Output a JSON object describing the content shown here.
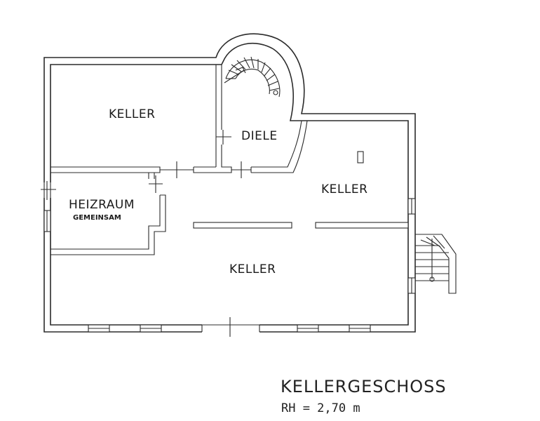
{
  "rooms": {
    "keller_top_left": "KELLER",
    "diele": "DIELE",
    "keller_right": "KELLER",
    "heizraum": "HEIZRAUM",
    "heizraum_sub": "GEMEINSAM",
    "keller_bottom": "KELLER"
  },
  "title": "KELLERGESCHOSS",
  "room_height": "RH = 2,70 m"
}
